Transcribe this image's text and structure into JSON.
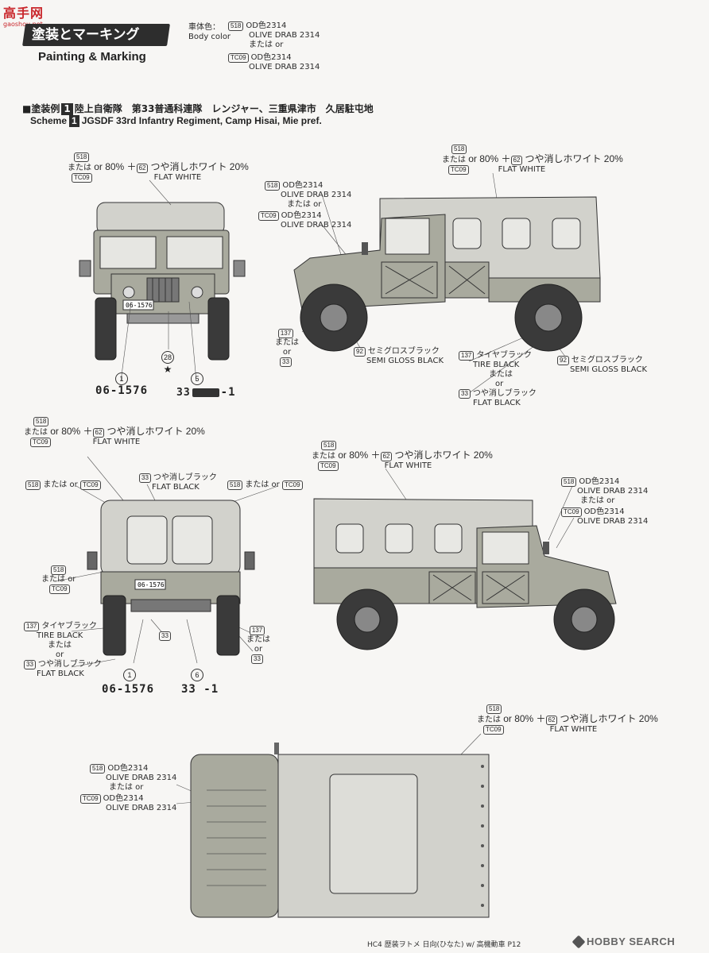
{
  "site_logo_text": "高手网",
  "site_url": "gaoshou.net",
  "header": {
    "title_jp": "塗装とマーキング",
    "title_en": "Painting & Marking",
    "body_color_label_jp": "車体色：",
    "body_color_label_en": "Body color",
    "code_518": "518",
    "code_tc09": "TC09",
    "od_jp": "OD色2314",
    "od_en": "OLIVE DRAB 2314",
    "mataha_or": "または  or"
  },
  "scheme": {
    "marker": "■",
    "label_jp": "塗装例",
    "label_en": "Scheme",
    "number": "1",
    "title_jp": "陸上自衛隊　第33普通科連隊　レンジャー、三重県津市　久居駐屯地",
    "title_en": "JGSDF 33rd Infantry Regiment, Camp Hisai, Mie pref."
  },
  "labels": {
    "code_518": "518",
    "code_tc09": "TC09",
    "code_62": "62",
    "code_92": "92",
    "code_137": "137",
    "code_33": "33",
    "mataha": "または",
    "or": "or",
    "eighty": "or 80% ＋",
    "flat_white_jp": "つや消しホワイト 20%",
    "flat_white_en": "FLAT WHITE",
    "od_jp": "OD色2314",
    "od_en": "OLIVE DRAB 2314",
    "mataha_or": "または  or",
    "semigloss_jp": "セミグロスブラック",
    "semigloss_en": "SEMI GLOSS BLACK",
    "tire_jp": "タイヤブラック",
    "tire_en": "TIRE BLACK",
    "flat_black_jp": "つや消しブラック",
    "flat_black_en": "FLAT BLACK",
    "circ_1": "1",
    "circ_5": "5",
    "circ_6": "6",
    "circ_28": "28",
    "plate_1": "06-1576",
    "plate_front_suffix": "-1",
    "plate_rear": "33 -1",
    "plate_text_small": "06-1576"
  },
  "footer": {
    "page_title": "HC4 歴装ヲトメ 日向(ひなた) w/ 高機動車 P12",
    "watermark": "HOBBY SEARCH"
  },
  "colors": {
    "olive_drab": "#a9aa9e",
    "canvas": "#d2d2cc",
    "black": "#3a3a3a",
    "title_bg": "#2d2d2d"
  }
}
